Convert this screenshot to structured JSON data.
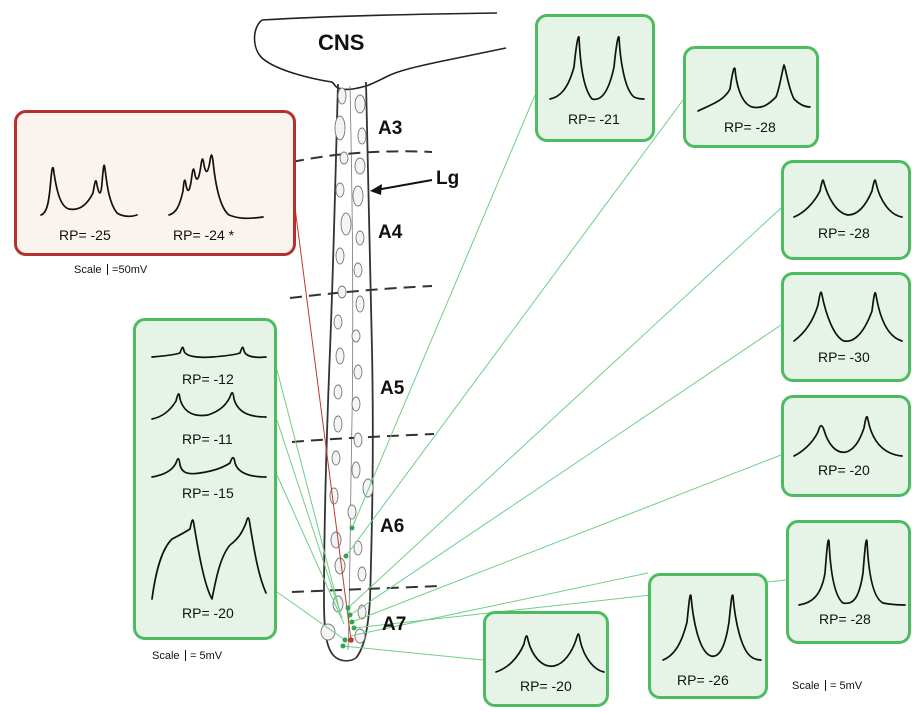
{
  "colors": {
    "green_border": "#4dbb60",
    "green_fill": "#e6f4e7",
    "red_border": "#b5312e",
    "red_fill": "#fbf3ee",
    "connector": "#6fcf85",
    "red_connector": "#c0392b"
  },
  "labels": {
    "cns": "CNS",
    "lg": "Lg",
    "segments": [
      "A3",
      "A4",
      "A5",
      "A6",
      "A7"
    ]
  },
  "recordings": {
    "red": [
      "RP= -25",
      "RP= -24 *"
    ],
    "left": [
      "RP= -12",
      "RP= -11",
      "RP= -15",
      "RP= -20"
    ],
    "right": [
      "RP= -21",
      "RP= -28",
      "RP= -28",
      "RP= -30",
      "RP= -20",
      "RP= -28",
      "RP= -26",
      "RP= -20"
    ]
  },
  "scales": {
    "text": "Scale",
    "red_value": "=50mV",
    "left_value": "= 5mV",
    "right_value": "= 5mV"
  }
}
